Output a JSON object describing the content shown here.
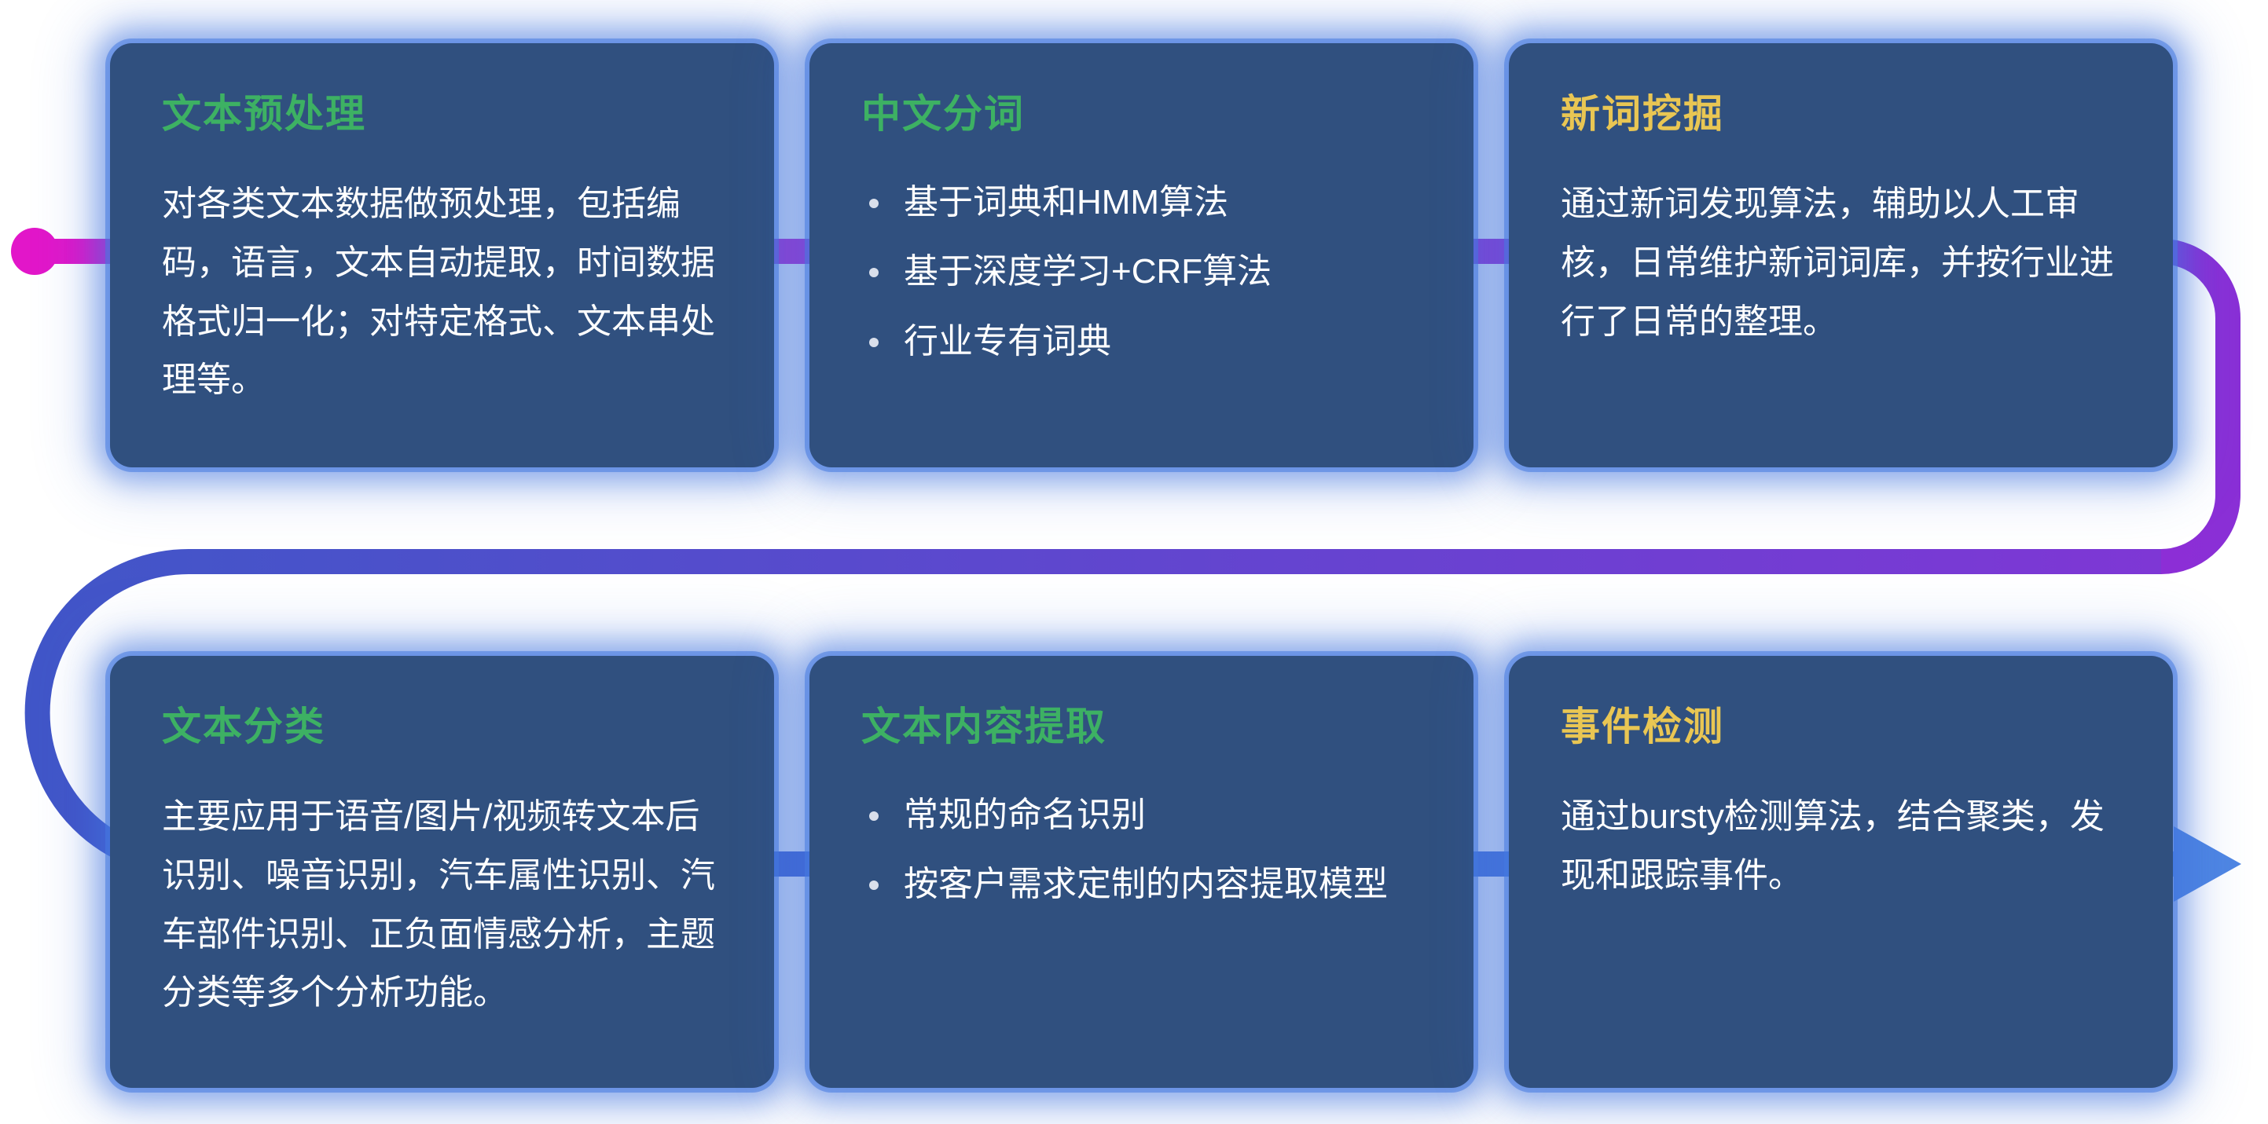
{
  "palette": {
    "page_bg": "#ffffff",
    "card_bg": "#30507f",
    "card_glow": "#4074de"
  },
  "flow": {
    "colors": {
      "magenta": "#e216c9",
      "purple": "#8a2fd6",
      "violet": "#7e37d5",
      "blue": "#4156c8",
      "arrow_blue": "#4f86e3"
    }
  },
  "cards": [
    {
      "title": "文本预处理",
      "title_color": "#3db163",
      "body": "对各类文本数据做预处理，包括编码，语言，文本自动提取，时间数据格式归一化；对特定格式、文本串处理等。"
    },
    {
      "title": "中文分词",
      "title_color": "#3db163",
      "bullets": [
        "基于词典和HMM算法",
        "基于深度学习+CRF算法",
        "行业专有词典"
      ]
    },
    {
      "title": "新词挖掘",
      "title_color": "#e9c653",
      "body": "通过新词发现算法，辅助以人工审核，日常维护新词词库，并按行业进行了日常的整理。"
    },
    {
      "title": "文本分类",
      "title_color": "#3db163",
      "body": "主要应用于语音/图片/视频转文本后识别、噪音识别，汽车属性识别、汽车部件识别、正负面情感分析，主题分类等多个分析功能。"
    },
    {
      "title": "文本内容提取",
      "title_color": "#3db163",
      "bullets": [
        "常规的命名识别",
        "按客户需求定制的内容提取模型"
      ]
    },
    {
      "title": "事件检测",
      "title_color": "#e9c653",
      "body": "通过bursty检测算法，结合聚类，发现和跟踪事件。"
    }
  ]
}
